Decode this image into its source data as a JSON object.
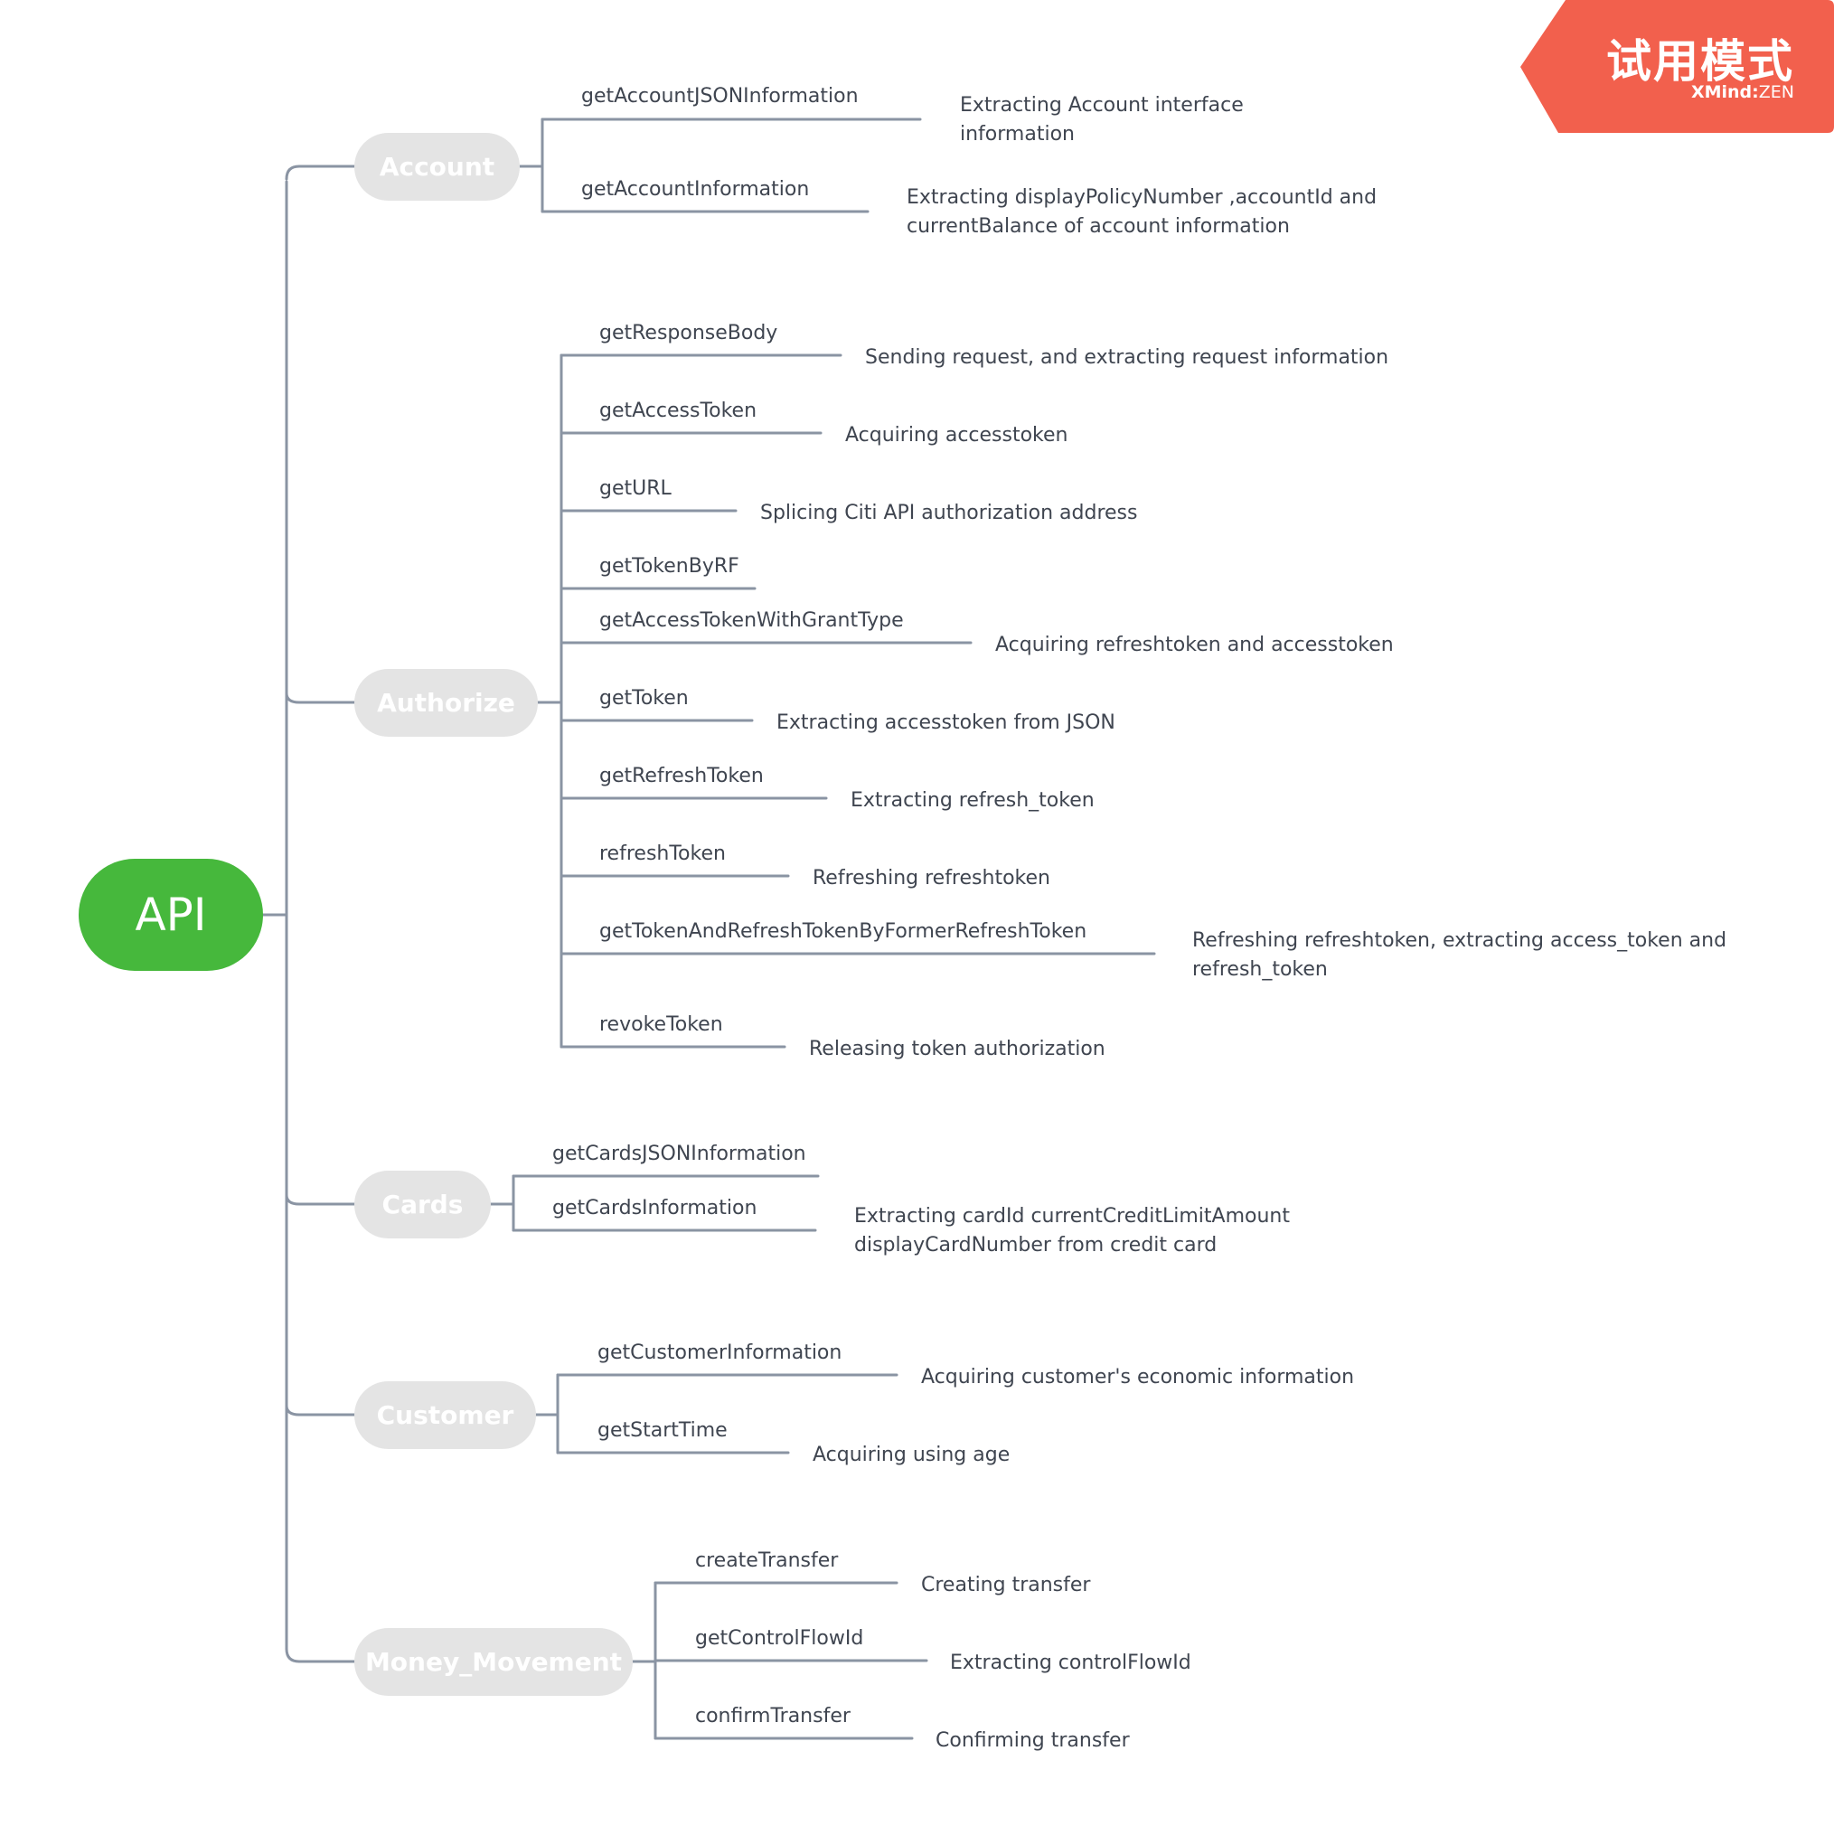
{
  "root": {
    "label": "API"
  },
  "watermark": {
    "title": "试用模式",
    "brand": "XMind",
    "separator": ":",
    "edition": "ZEN"
  },
  "branches": [
    {
      "label": "Account",
      "items": [
        {
          "label": "getAccountJSONInformation",
          "desc": "Extracting Account interface information"
        },
        {
          "label": "getAccountInformation",
          "desc": "Extracting  displayPolicyNumber ,accountId and currentBalance of account information"
        }
      ]
    },
    {
      "label": "Authorize",
      "items": [
        {
          "label": "getResponseBody",
          "desc": "Sending request, and extracting request information"
        },
        {
          "label": "getAccessToken",
          "desc": "Acquiring accesstoken"
        },
        {
          "label": "getURL",
          "desc": "Splicing Citi API authorization address"
        },
        {
          "label": "getTokenByRF",
          "desc": ""
        },
        {
          "label": "getAccessTokenWithGrantType",
          "desc": "Acquiring refreshtoken and accesstoken"
        },
        {
          "label": "getToken",
          "desc": "Extracting accesstoken from JSON"
        },
        {
          "label": "getRefreshToken",
          "desc": "Extracting refresh_token"
        },
        {
          "label": "refreshToken",
          "desc": "Refreshing refreshtoken"
        },
        {
          "label": "getTokenAndRefreshTokenByFormerRefreshToken",
          "desc": "Refreshing refreshtoken, extracting access_token and refresh_token"
        },
        {
          "label": "revokeToken",
          "desc": "Releasing token authorization"
        }
      ]
    },
    {
      "label": "Cards",
      "items": [
        {
          "label": "getCardsJSONInformation",
          "desc": ""
        },
        {
          "label": "getCardsInformation",
          "desc": "Extracting  cardId   currentCreditLimitAmount displayCardNumber from credit card"
        }
      ]
    },
    {
      "label": "Customer",
      "items": [
        {
          "label": "getCustomerInformation",
          "desc": "Acquiring customer's economic information"
        },
        {
          "label": "getStartTime",
          "desc": "Acquiring using age"
        }
      ]
    },
    {
      "label": "Money_Movement",
      "items": [
        {
          "label": "createTransfer",
          "desc": "Creating transfer"
        },
        {
          "label": "getControlFlowId",
          "desc": "Extracting controlFlowId"
        },
        {
          "label": "confirmTransfer",
          "desc": "Confirming transfer"
        }
      ]
    }
  ],
  "colors": {
    "line": "#8a94a3",
    "root": "#46b83c",
    "category": "#e4e4e4",
    "badge": "#f2604d"
  }
}
